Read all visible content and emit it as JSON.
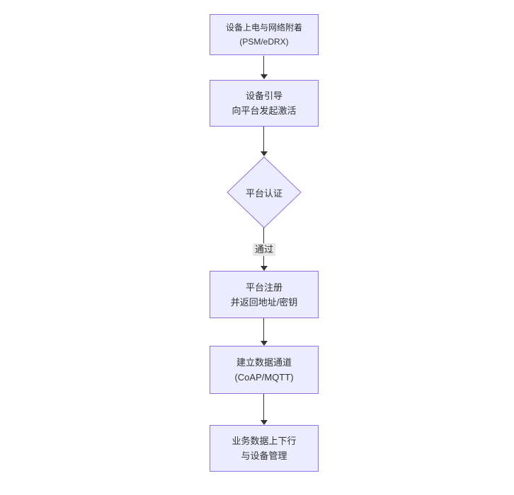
{
  "diagram": {
    "type": "flowchart",
    "direction": "top-down",
    "colors": {
      "node_fill": "#ECECFF",
      "node_border": "#9370DB",
      "text": "#333333",
      "arrow": "#333333",
      "edge_label_bg": "#e8e8e8"
    },
    "nodes": [
      {
        "id": "power_attach",
        "shape": "rect",
        "line1": "设备上电与网络附着",
        "line2": "(PSM/eDRX)"
      },
      {
        "id": "bootstrap",
        "shape": "rect",
        "line1": "设备引导",
        "line2": "向平台发起激活"
      },
      {
        "id": "platform_auth",
        "shape": "diamond",
        "line1": "平台认证",
        "line2": ""
      },
      {
        "id": "register",
        "shape": "rect",
        "line1": "平台注册",
        "line2": "并返回地址/密钥"
      },
      {
        "id": "data_channel",
        "shape": "rect",
        "line1": "建立数据通道",
        "line2": "(CoAP/MQTT)"
      },
      {
        "id": "business",
        "shape": "rect",
        "line1": "业务数据上下行",
        "line2": "与设备管理"
      }
    ],
    "edges": [
      {
        "from": "power_attach",
        "to": "bootstrap",
        "label": ""
      },
      {
        "from": "bootstrap",
        "to": "platform_auth",
        "label": ""
      },
      {
        "from": "platform_auth",
        "to": "register",
        "label": "通过"
      },
      {
        "from": "register",
        "to": "data_channel",
        "label": ""
      },
      {
        "from": "data_channel",
        "to": "business",
        "label": ""
      }
    ]
  }
}
